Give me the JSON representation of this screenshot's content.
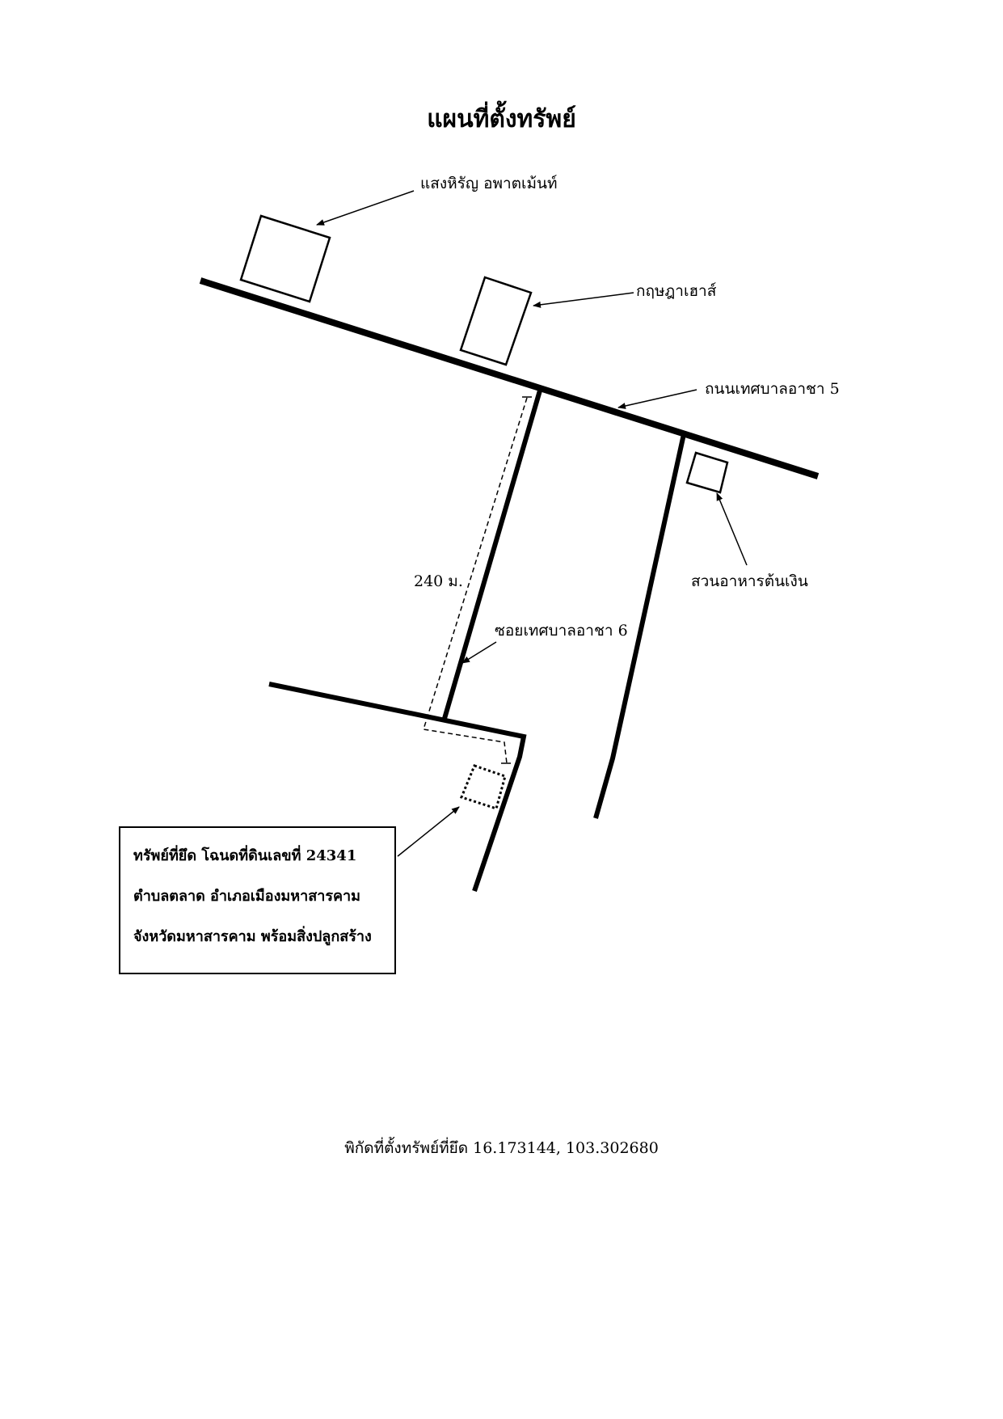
{
  "title": "แผนที่ตั้งทรัพย์",
  "landmarks": {
    "saenghirun": "แสงหิรัญ อพาตเม้นท์",
    "krisada_house": "กฤษฎาเฮาส์",
    "main_road": "ถนนเทศบาลอาชา 5",
    "restaurant": "สวนอาหารต้นเงิน",
    "distance": "240 ม.",
    "soi": "ซอยเทศบาลอาชา 6"
  },
  "property_box": {
    "line1": "ทรัพย์ที่ยึด โฉนดที่ดินเลขที่  24341",
    "line2": "ตำบลตลาด    อำเภอเมืองมหาสารคาม",
    "line3": "จังหวัดมหาสารคาม พร้อมสิ่งปลูกสร้าง"
  },
  "coordinates": "พิกัดที่ตั้งทรัพย์ที่ยึด 16.173144, 103.302680"
}
